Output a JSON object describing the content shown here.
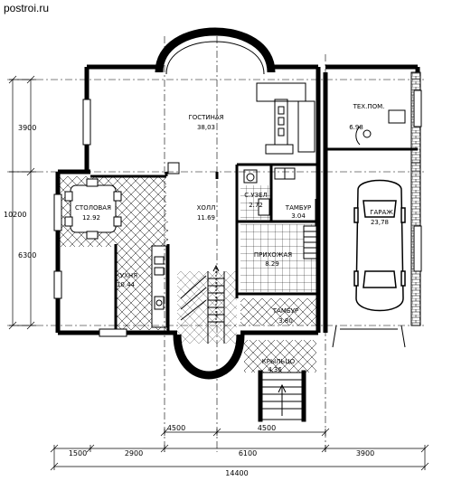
{
  "site": "postroi.ru",
  "rooms": {
    "living": {
      "name": "ГОСТИНАЯ",
      "area": "38,03"
    },
    "tech": {
      "name": "ТЕХ.ПОМ.",
      "area": "6.98"
    },
    "dining": {
      "name": "СТОЛОВАЯ",
      "area": "12.92"
    },
    "hall": {
      "name": "ХОЛЛ",
      "area": "11.69"
    },
    "wc": {
      "name": "С.УЗЕЛ",
      "area": "2.72"
    },
    "vest_sm": {
      "name": "ТАМБУР",
      "area": "3.04"
    },
    "garage": {
      "name": "ГАРАЖ",
      "area": "23,78"
    },
    "kitchen": {
      "name": "КУХНЯ",
      "area": "10.44"
    },
    "entry": {
      "name": "ПРИХОЖАЯ",
      "area": "8.29"
    },
    "vest": {
      "name": "ТАМБУР",
      "area": "3.80"
    },
    "porch": {
      "name": "КРЫЛЬЦО",
      "area": "4.36"
    }
  },
  "dims": {
    "left_top": "3900",
    "left_total": "10200",
    "left_bottom": "6300",
    "bottom_a": "4500",
    "bottom_b": "4500",
    "seg1": "1500",
    "seg2": "2900",
    "seg3": "6100",
    "seg4": "3900",
    "total": "14400"
  }
}
